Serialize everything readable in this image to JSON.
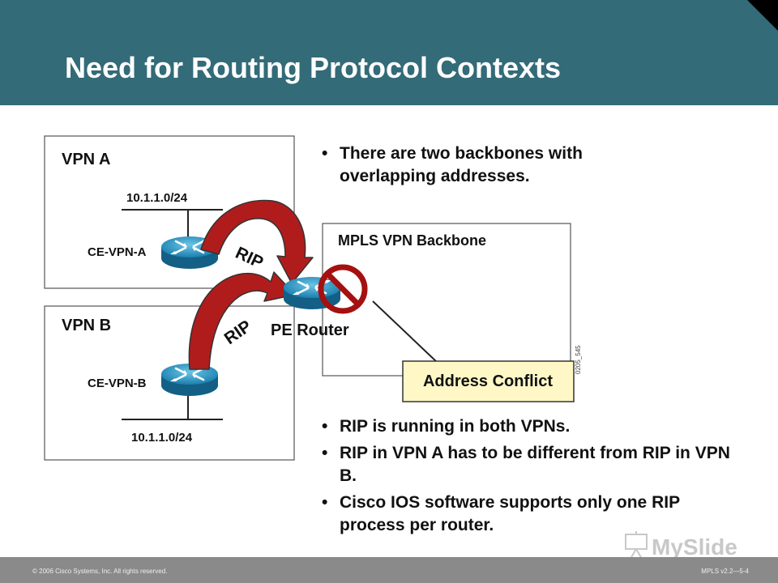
{
  "slide": {
    "title": "Need for Routing Protocol Contexts"
  },
  "bullets_top": [
    "There are two backbones with overlapping addresses."
  ],
  "bullets_bottom": [
    "RIP is running in both VPNs.",
    "RIP in VPN A has to be different from RIP in VPN B.",
    "Cisco IOS software supports only one RIP process per router."
  ],
  "diagram": {
    "vpn_a": {
      "label": "VPN A",
      "subnet": "10.1.1.0/24",
      "router": "CE-VPN-A"
    },
    "vpn_b": {
      "label": "VPN B",
      "subnet": "10.1.1.0/24",
      "router": "CE-VPN-B"
    },
    "backbone": {
      "label": "MPLS VPN Backbone"
    },
    "pe_router": {
      "label": "PE Router"
    },
    "protocol_a": "RIP",
    "protocol_b": "RIP",
    "conflict": "Address Conflict",
    "figure_id": "0205_545"
  },
  "footer": {
    "copyright": "© 2006 Cisco Systems, Inc. All rights reserved.",
    "course": "MPLS v2.2—5-4"
  },
  "watermark": {
    "text": "MySlide"
  },
  "colors": {
    "header": "#336b78",
    "router": "#1f8fb8",
    "arrow": "#b01c1c",
    "conflict_bg": "#fff8c6",
    "prohibit": "#a51010"
  }
}
